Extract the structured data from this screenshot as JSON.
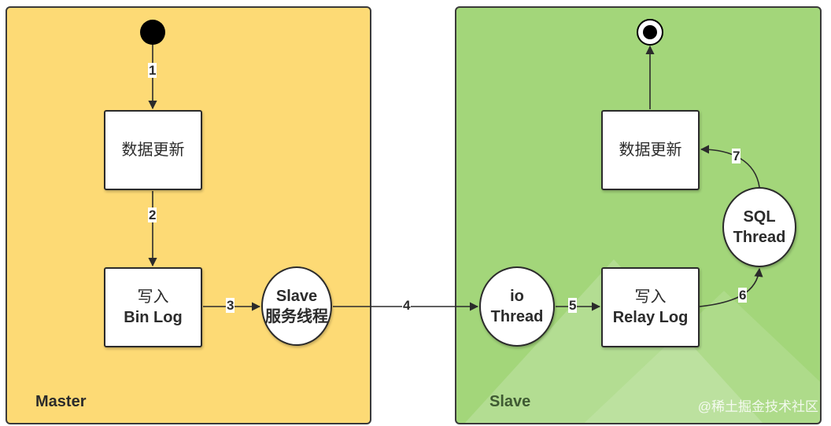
{
  "master": {
    "label": "Master"
  },
  "slave": {
    "label": "Slave"
  },
  "nodes": {
    "master_update": {
      "text": "数据更新"
    },
    "master_binlog": {
      "line1": "写入",
      "line2": "Bin Log"
    },
    "slave_service": {
      "line1": "Slave",
      "line2": "服务线程"
    },
    "io_thread": {
      "line1": "io",
      "line2": "Thread"
    },
    "relay_log": {
      "line1": "写入",
      "line2": "Relay Log"
    },
    "sql_thread": {
      "line1": "SQL",
      "line2": "Thread"
    },
    "slave_update": {
      "text": "数据更新"
    }
  },
  "edges": [
    "1",
    "2",
    "3",
    "4",
    "5",
    "6",
    "7"
  ],
  "watermark": "@稀土掘金技术社区",
  "colors": {
    "master_bg": "#fdda75",
    "slave_bg": "#a3d67a",
    "border": "#2b2b2b"
  }
}
